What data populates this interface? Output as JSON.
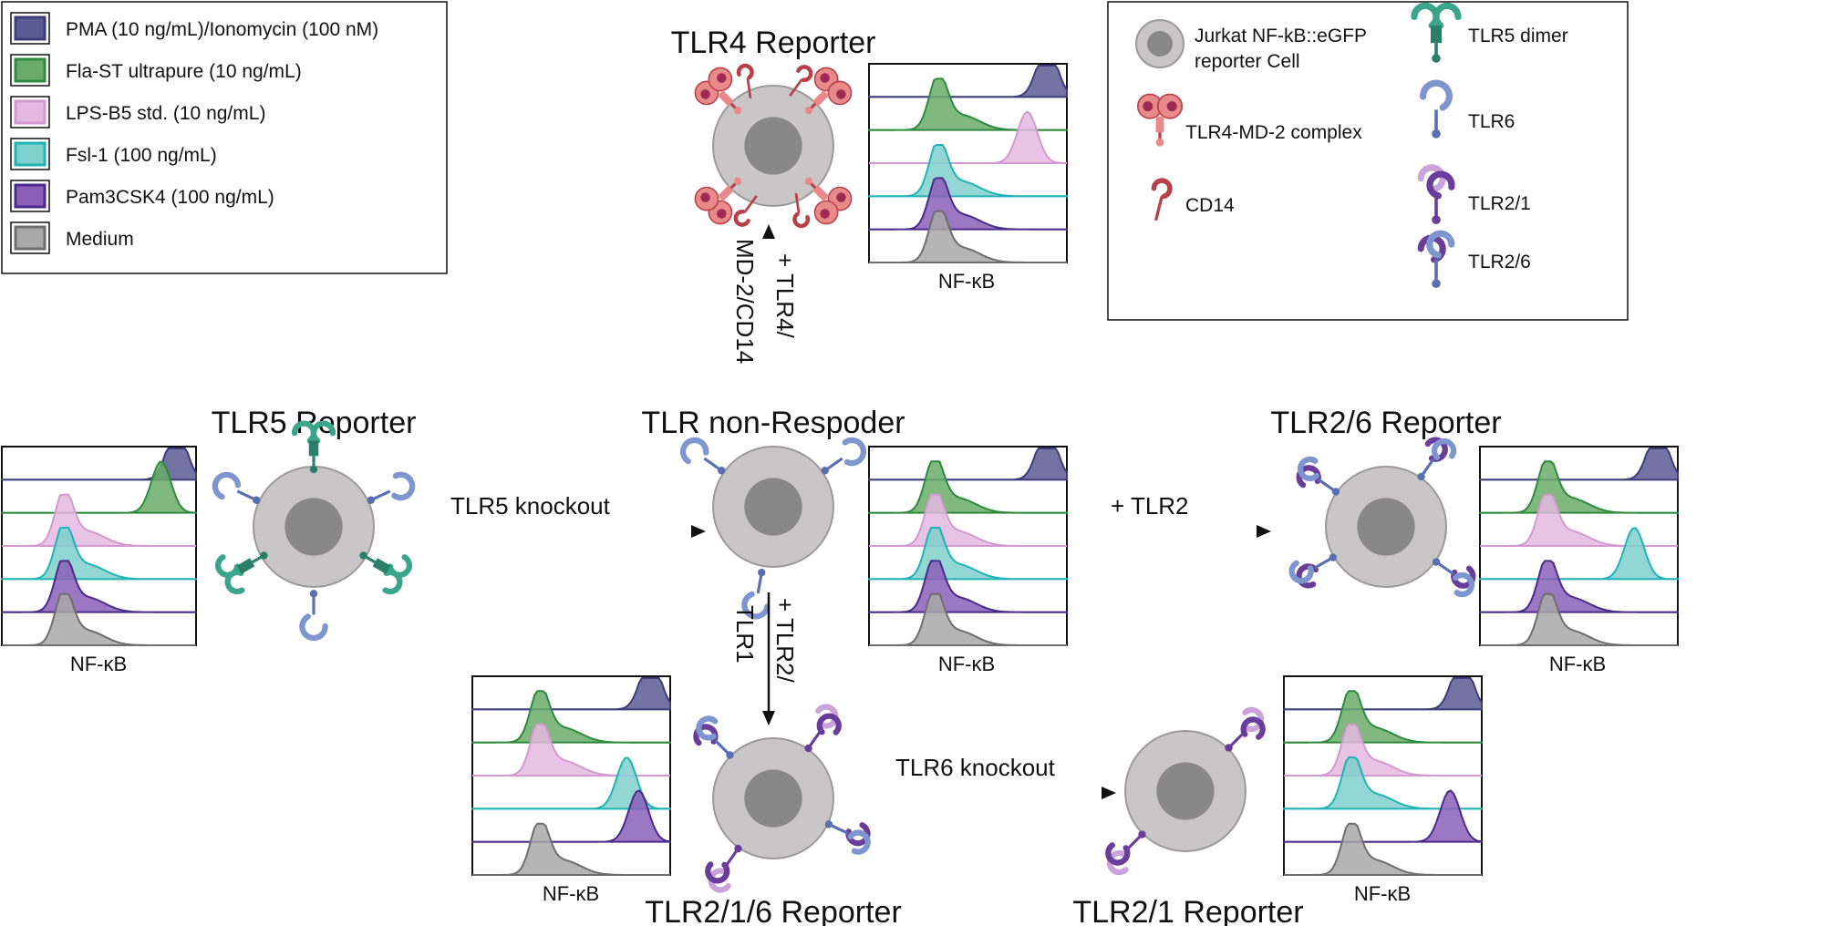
{
  "legend_conditions": {
    "items": [
      {
        "label": "PMA (10 ng/mL)/Ionomycin (100 nM)",
        "color": "#3d3d7a",
        "fill": "#5b5b94"
      },
      {
        "label": "Fla-ST ultrapure (10 ng/mL)",
        "color": "#2e8b3e",
        "fill": "#6aab6a"
      },
      {
        "label": "LPS-B5 std. (10 ng/mL)",
        "color": "#d49ad0",
        "fill": "#e4b8e0"
      },
      {
        "label": "Fsl-1 (100 ng/mL)",
        "color": "#1fb3b3",
        "fill": "#7fd0cc"
      },
      {
        "label": "Pam3CSK4 (100 ng/mL)",
        "color": "#4a2a8a",
        "fill": "#8b5fb8"
      },
      {
        "label": "Medium",
        "color": "#6e6e6e",
        "fill": "#a8a8a8"
      }
    ]
  },
  "legend_symbols": {
    "items": [
      {
        "label_lines": [
          "Jurkat NF-kB::eGFP",
          "reporter Cell"
        ],
        "icon": "cell-icon"
      },
      {
        "label_lines": [
          "TLR4-MD-2 complex"
        ],
        "icon": "tlr4-md2-icon"
      },
      {
        "label_lines": [
          "CD14"
        ],
        "icon": "cd14-icon"
      },
      {
        "label_lines": [
          "TLR5 dimer"
        ],
        "icon": "tlr5-dimer-icon"
      },
      {
        "label_lines": [
          "TLR6"
        ],
        "icon": "tlr6-icon"
      },
      {
        "label_lines": [
          "TLR2/1"
        ],
        "icon": "tlr2-1-icon"
      },
      {
        "label_lines": [
          "TLR2/6"
        ],
        "icon": "tlr2-6-icon"
      }
    ]
  },
  "cells": {
    "tlr4": {
      "title": "TLR4 Reporter"
    },
    "tlr5": {
      "title": "TLR5 Reporter"
    },
    "nonresponder": {
      "title": "TLR non-Respoder"
    },
    "tlr26": {
      "title": "TLR2/6 Reporter"
    },
    "tlr216": {
      "title": "TLR2/1/6 Reporter"
    },
    "tlr21": {
      "title": "TLR2/1 Reporter"
    }
  },
  "arrows": {
    "up_line1": "+ TLR4/",
    "up_line2": "MD-2/CD14",
    "tlr5_knockout": "TLR5 knockout",
    "plus_tlr2": "+ TLR2",
    "down_line1": "+ TLR2/",
    "down_line2": "TLR1",
    "tlr6_knockout": "TLR6 knockout"
  },
  "chart_data": [
    {
      "type": "histogram",
      "panel": "TLR4 Reporter",
      "xlabel": "NF-κB",
      "rows": [
        "PMA (10 ng/mL)/Ionomycin (100 nM)",
        "Fla-ST ultrapure (10 ng/mL)",
        "LPS-B5 std. (10 ng/mL)",
        "Fsl-1 (100 ng/mL)",
        "Pam3CSK4 (100 ng/mL)",
        "Medium"
      ],
      "peak_position": [
        0.9,
        0.35,
        0.8,
        0.35,
        0.35,
        0.35
      ]
    },
    {
      "type": "histogram",
      "panel": "TLR5 Reporter",
      "xlabel": "NF-κB",
      "rows": [
        "PMA (10 ng/mL)/Ionomycin (100 nM)",
        "Fla-ST ultrapure (10 ng/mL)",
        "LPS-B5 std. (10 ng/mL)",
        "Fsl-1 (100 ng/mL)",
        "Pam3CSK4 (100 ng/mL)",
        "Medium"
      ],
      "peak_position": [
        0.9,
        0.82,
        0.32,
        0.32,
        0.32,
        0.32
      ]
    },
    {
      "type": "histogram",
      "panel": "TLR non-Respoder",
      "xlabel": "NF-κB",
      "rows": [
        "PMA (10 ng/mL)/Ionomycin (100 nM)",
        "Fla-ST ultrapure (10 ng/mL)",
        "LPS-B5 std. (10 ng/mL)",
        "Fsl-1 (100 ng/mL)",
        "Pam3CSK4 (100 ng/mL)",
        "Medium"
      ],
      "peak_position": [
        0.9,
        0.33,
        0.33,
        0.33,
        0.33,
        0.33
      ]
    },
    {
      "type": "histogram",
      "panel": "TLR2/6 Reporter",
      "xlabel": "NF-κB",
      "rows": [
        "PMA (10 ng/mL)/Ionomycin (100 nM)",
        "Fla-ST ultrapure (10 ng/mL)",
        "LPS-B5 std. (10 ng/mL)",
        "Fsl-1 (100 ng/mL)",
        "Pam3CSK4 (100 ng/mL)",
        "Medium"
      ],
      "peak_position": [
        0.9,
        0.34,
        0.34,
        0.78,
        0.34,
        0.34
      ]
    },
    {
      "type": "histogram",
      "panel": "TLR2/1/6 Reporter",
      "xlabel": "NF-κB",
      "rows": [
        "PMA (10 ng/mL)/Ionomycin (100 nM)",
        "Fla-ST ultrapure (10 ng/mL)",
        "LPS-B5 std. (10 ng/mL)",
        "Fsl-1 (100 ng/mL)",
        "Pam3CSK4 (100 ng/mL)",
        "Medium"
      ],
      "peak_position": [
        0.9,
        0.34,
        0.34,
        0.78,
        0.84,
        0.34
      ]
    },
    {
      "type": "histogram",
      "panel": "TLR2/1 Reporter",
      "xlabel": "NF-κB",
      "rows": [
        "PMA (10 ng/mL)/Ionomycin (100 nM)",
        "Fla-ST ultrapure (10 ng/mL)",
        "LPS-B5 std. (10 ng/mL)",
        "Fsl-1 (100 ng/mL)",
        "Pam3CSK4 (100 ng/mL)",
        "Medium"
      ],
      "peak_position": [
        0.9,
        0.34,
        0.34,
        0.34,
        0.84,
        0.34
      ]
    }
  ]
}
